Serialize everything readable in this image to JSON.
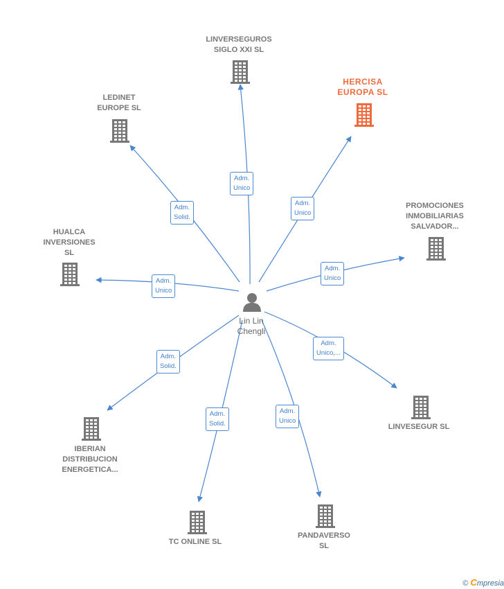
{
  "center": {
    "name_line1": "Lin Lin",
    "name_line2": "Chengli"
  },
  "colors": {
    "link": "#4a86d0",
    "building": "#777777",
    "highlight": "#ef6a3c"
  },
  "companies": [
    {
      "id": "linverseguros",
      "lines": [
        "LINVERSEGUROS",
        "SIGLO XXI SL"
      ],
      "highlight": false,
      "role": [
        "Adm.",
        "Unico"
      ]
    },
    {
      "id": "hercisa",
      "lines": [
        "HERCISA",
        "EUROPA  SL"
      ],
      "highlight": true,
      "role": [
        "Adm.",
        "Unico"
      ]
    },
    {
      "id": "ledinet",
      "lines": [
        "LEDINET",
        "EUROPE  SL"
      ],
      "highlight": false,
      "role": [
        "Adm.",
        "Solid."
      ]
    },
    {
      "id": "promociones",
      "lines": [
        "PROMOCIONES",
        "INMOBILIARIAS",
        "SALVADOR..."
      ],
      "highlight": false,
      "role": [
        "Adm.",
        "Unico"
      ]
    },
    {
      "id": "hualca",
      "lines": [
        "HUALCA",
        "INVERSIONES",
        "SL"
      ],
      "highlight": false,
      "role": [
        "Adm.",
        "Unico"
      ]
    },
    {
      "id": "linvesegur",
      "lines": [
        "LINVESEGUR SL"
      ],
      "highlight": false,
      "role": [
        "Adm.",
        "Unico,..."
      ]
    },
    {
      "id": "iberian",
      "lines": [
        "IBERIAN",
        "DISTRIBUCION",
        "ENERGETICA..."
      ],
      "highlight": false,
      "role": [
        "Adm.",
        "Solid."
      ]
    },
    {
      "id": "tconline",
      "lines": [
        "TC ONLINE  SL"
      ],
      "highlight": false,
      "role": [
        "Adm.",
        "Solid."
      ]
    },
    {
      "id": "pandaverso",
      "lines": [
        "PANDAVERSO",
        "SL"
      ],
      "highlight": false,
      "role": [
        "Adm.",
        "Unico"
      ]
    }
  ],
  "footer": {
    "copyright": "©",
    "brand_initial": "C",
    "brand_rest": "mpresia"
  }
}
